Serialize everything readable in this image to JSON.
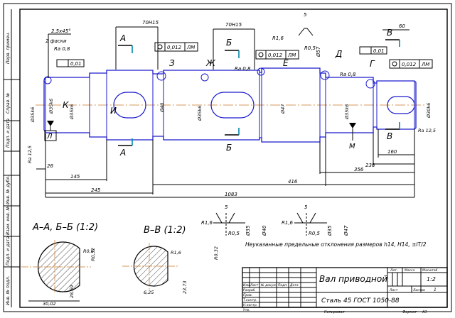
{
  "drawing": {
    "top_dims": {
      "chamfer": "2,5x45°",
      "chamfers_note": "2 фаски",
      "ra08_left": "Ra 0,8",
      "runout_left": "0,01",
      "fit_70h15_a": "70H15",
      "fit_70h15_b": "70H15",
      "r16_top": "R1,6",
      "r05_top": "R0,5",
      "dim5_top": "5",
      "dim60_top": "60",
      "pos_tol_1": "0,012",
      "pos_base_1": "ЛМ",
      "ra08_mid": "Ra 0,8",
      "pos_tol_2": "0,012",
      "pos_base_2": "ЛМ",
      "phi57": "Ø57",
      "runout_right": "0,01",
      "pos_tol_3": "0,012",
      "pos_base_3": "ЛМ",
      "ra08_right": "Ra 0,8"
    },
    "letters": {
      "A1": "А",
      "A2": "А",
      "B1": "Б",
      "B2": "Б",
      "V1": "В",
      "V2": "В",
      "Z": "З",
      "Zh": "Ж",
      "E": "Е",
      "D": "Д",
      "G": "Г",
      "K": "К",
      "I": "И",
      "L": "Л",
      "M": "М"
    },
    "side_dims": {
      "d1": "Ø35k6",
      "d2": "Ø35k6",
      "d3": "Ø35k6",
      "d4": "Ø40",
      "d5": "Ø35k6",
      "d6": "Ø47",
      "d7": "Ø35k6",
      "d8": "Ø30k6",
      "ra125_left": "Ra 12,5",
      "ra125_right": "Ra 12,5"
    },
    "bottom_dims": {
      "d26": "26",
      "d145": "145",
      "d245": "245",
      "d1083": "1083",
      "d356": "356",
      "d416": "416",
      "d238": "238",
      "d160": "160"
    },
    "sections": {
      "aa_title": "А–А, Б–Б (1:2)",
      "vv_title": "В–В (1:2)",
      "r06": "R0,6",
      "r032_a": "R0,32",
      "d2859": "28,59",
      "d3002": "30,02",
      "r16_b": "R1,6",
      "r032_b": "R0,32",
      "d2373": "23,73",
      "d625": "6,25"
    },
    "details": {
      "r16_a": "R1,6",
      "r05_a": "R0,5",
      "phi35a": "Ø35",
      "phi40": "Ø40",
      "dim5_a": "5",
      "r16_b": "R1,6",
      "r05_b": "R0,5",
      "phi35b": "Ø35",
      "phi47": "Ø47",
      "dim5_b": "5"
    },
    "note": "Неуказанные предельные отклонения размеров h14, H14, ±IT/2"
  },
  "left_strip": [
    "Перв. примен.",
    "Справ. №",
    "Подп. и дата",
    "Инв. № дубл.",
    "Взам. инв. №",
    "Подп. и дата",
    "Инв. № подл."
  ],
  "title_block": {
    "title": "Вал приводной",
    "material": "Сталь 45 ГОСТ 1050-88",
    "col_izm": "Изм.",
    "col_list": "Лист",
    "col_doc": "№ докум.",
    "col_podp": "Подп.",
    "col_data": "Дата",
    "row_razrab": "Разраб.",
    "row_prov": "Пров.",
    "row_tkontr": "Т.контр.",
    "row_nkontr": "Н.контр.",
    "row_utv": "Утв.",
    "lit": "Лит.",
    "massa": "Масса",
    "masshtab": "Масштаб",
    "scale_value": "1:2",
    "list": "Лист",
    "listov": "Листов",
    "listov_value": "1",
    "kopiroval": "Копировал",
    "format": "Формат",
    "format_value": "А3"
  }
}
